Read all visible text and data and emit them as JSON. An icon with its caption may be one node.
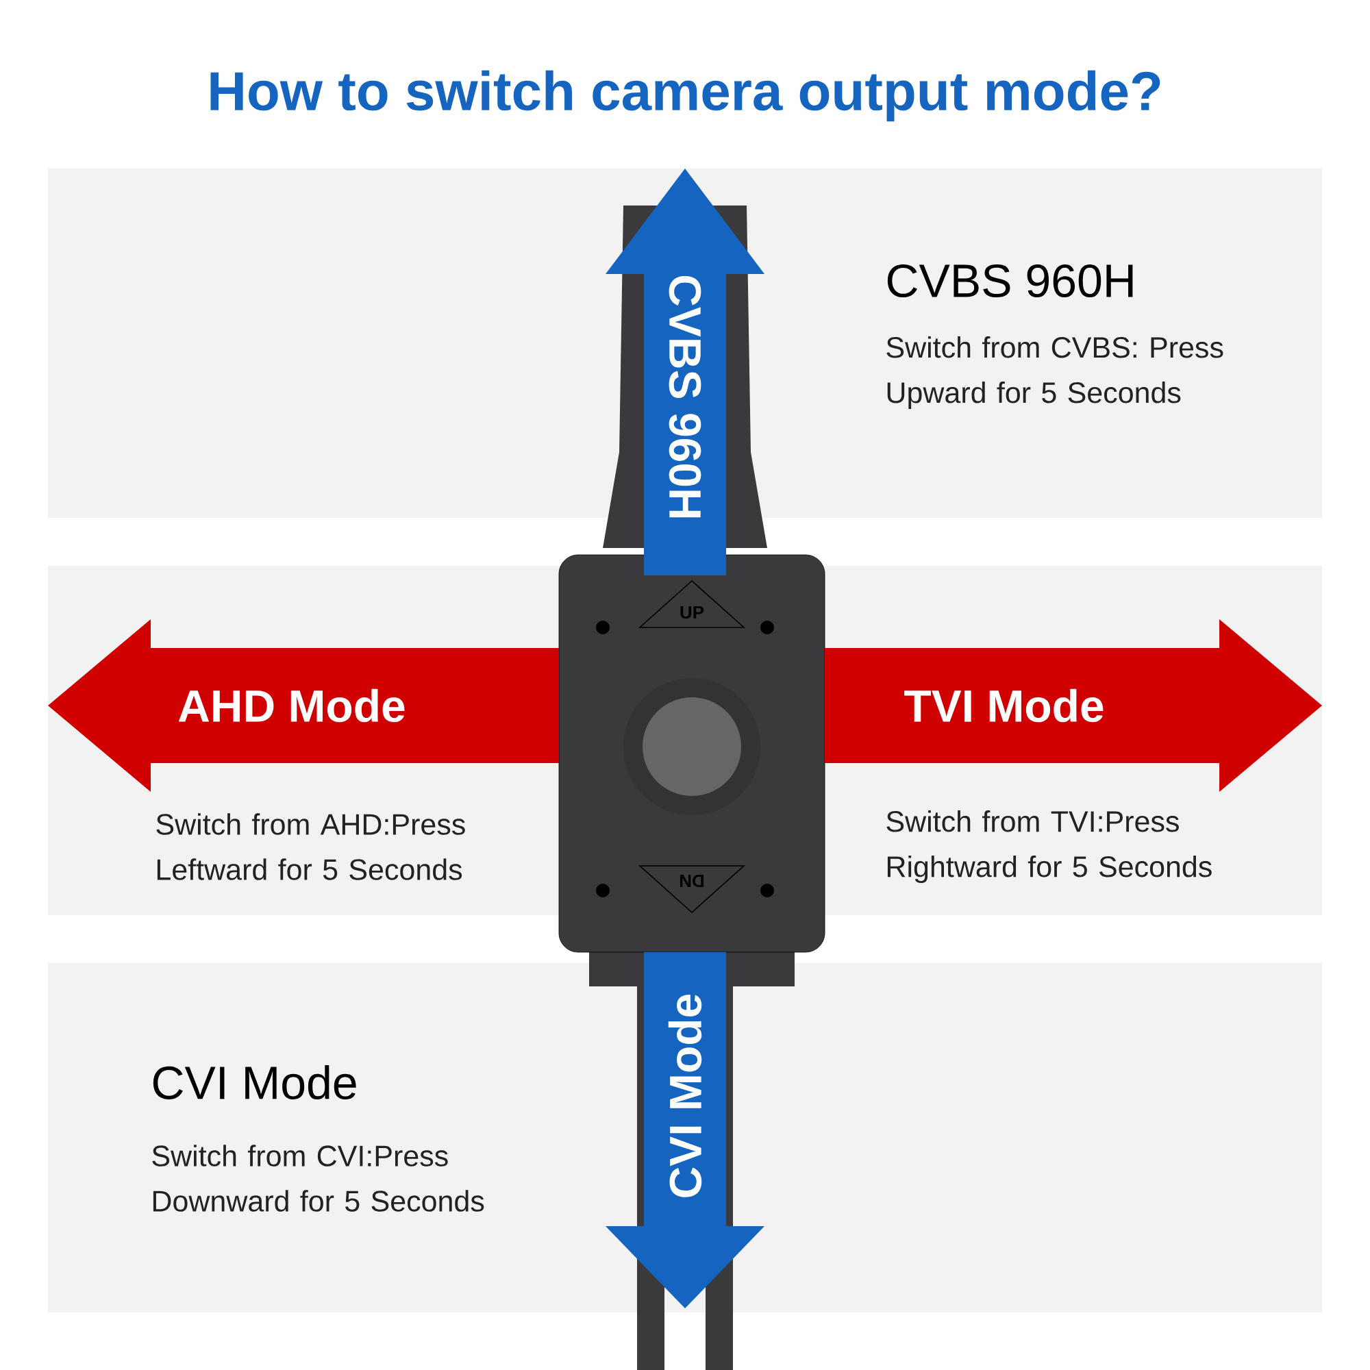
{
  "diagram": {
    "title": "How to switch camera output mode?",
    "nodes": [
      {
        "text": [
          "UP",
          "DN"
        ]
      },
      {
        "text": [
          "CVBS 960H"
        ]
      },
      {
        "text": [
          "AHD Mode"
        ]
      },
      {
        "text": [
          "TVI Mode"
        ]
      },
      {
        "text": [
          "CVI Mode"
        ]
      }
    ],
    "labels": [
      "CVBS 960H",
      "Switch from CVBS: Press Upward for 5 Seconds",
      "Switch from AHD:Press Leftward for 5 Seconds",
      "Switch from TVI:Press Rightward for 5 Seconds",
      "CVI Mode",
      "Switch from CVI:Press Downward for 5 Seconds"
    ]
  }
}
